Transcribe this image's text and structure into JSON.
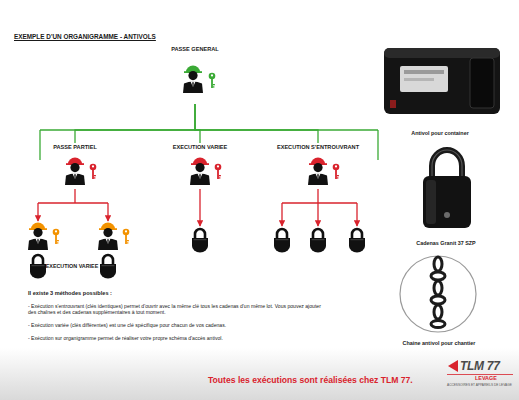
{
  "diagram": {
    "title": "EXEMPLE D'UN ORGANIGRAMME - ANTIVOLS",
    "nodes": [
      {
        "text": [
          "PASSE GENERAL"
        ]
      },
      {
        "text": [
          "PASSE PARTIEL"
        ]
      },
      {
        "text": [
          "EXECUTION VARIEE"
        ]
      },
      {
        "text": [
          "EXECUTION S'ENTROUVRANT"
        ]
      },
      {
        "text": [
          "Antivol pour container"
        ]
      },
      {
        "text": [
          "Cadenas Granit 37 SZP"
        ]
      },
      {
        "text": [
          "Chaine antivol pour chantier"
        ]
      }
    ],
    "edges": [
      {
        "from": 0,
        "to": 1,
        "arrow": "none"
      },
      {
        "from": 0,
        "to": 2,
        "arrow": "none"
      },
      {
        "from": 0,
        "to": 3,
        "arrow": "none"
      }
    ],
    "labels": [
      "EXECUTION VARIEE",
      "Il existe 3 méthodes possibles :",
      "- Exécution s'entrouvrant (clés identiques) permet d'ouvrir avec la même clé tous les cadenas d'un même lot. Vous pouvez ajouter des chaînes et des cadenas supplémentaires à tout moment.",
      "- Exécution variée (clés différentes) est une clé spécifique pour chacun de vos cadenas.",
      "- Exécution sur organigramme permet de réaliser votre propre schéma d'accès antivol.",
      "Toutes les exécutions sont réalisées chez TLM 77.",
      "TLM 77",
      "LEVAGE",
      "ACCESSOIRES ET APPAREILS DE LEVAGE"
    ]
  }
}
